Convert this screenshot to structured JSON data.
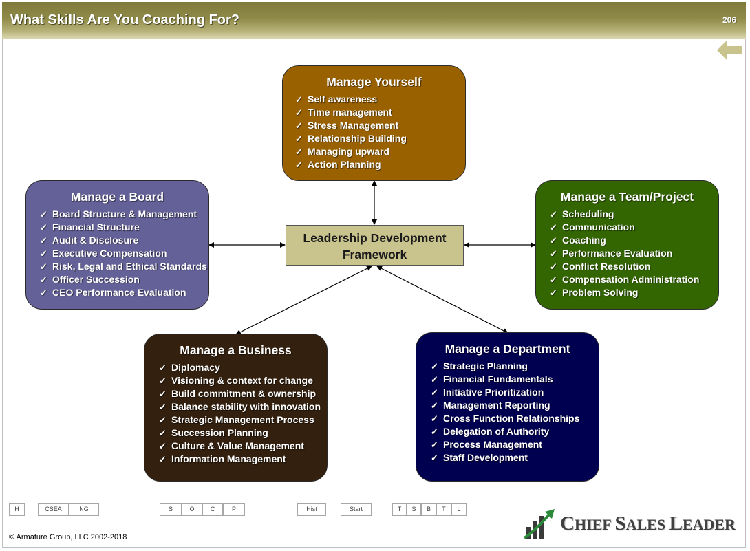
{
  "header": {
    "title": "What Skills Are You Coaching For?",
    "page_number": "206"
  },
  "colors": {
    "header_olive": "#8f8a48",
    "manage_yourself": "#996100",
    "manage_board": "#646198",
    "manage_team": "#336600",
    "manage_business": "#33200e",
    "manage_department": "#000050",
    "center": "#c9c38e"
  },
  "center": {
    "line1": "Leadership Development",
    "line2": "Framework"
  },
  "check_glyph": "✓",
  "boxes": {
    "yourself": {
      "title": "Manage Yourself",
      "items": [
        "Self awareness",
        "Time management",
        "Stress Management",
        "Relationship Building",
        "Managing upward",
        "Action Planning"
      ]
    },
    "board": {
      "title": "Manage a Board",
      "items": [
        "Board Structure & Management",
        "Financial Structure",
        "Audit & Disclosure",
        "Executive Compensation",
        "Risk, Legal and Ethical Standards",
        "Officer Succession",
        "CEO Performance Evaluation"
      ]
    },
    "team": {
      "title": "Manage a Team/Project",
      "items": [
        "Scheduling",
        "Communication",
        "Coaching",
        "Performance Evaluation",
        "Conflict Resolution",
        "Compensation Administration",
        "Problem Solving"
      ]
    },
    "business": {
      "title": "Manage a Business",
      "items": [
        "Diplomacy",
        "Visioning & context for change",
        "Build commitment & ownership",
        "Balance stability with innovation",
        "Strategic Management Process",
        "Succession Planning",
        "Culture & Value Management",
        "Information Management"
      ]
    },
    "department": {
      "title": "Manage a Department",
      "items": [
        "Strategic Planning",
        "Financial Fundamentals",
        "Initiative Prioritization",
        "Management Reporting",
        "Cross Function Relationships",
        "Delegation of Authority",
        "Process Management",
        "Staff Development"
      ]
    }
  },
  "nav": {
    "h": "H",
    "csea": "CSEA",
    "ng": "NG",
    "s": "S",
    "o": "O",
    "c": "C",
    "p": "P",
    "hist": "Hist",
    "start": "Start",
    "t1": "T",
    "s2": "S",
    "b": "B",
    "t2": "T",
    "l": "L"
  },
  "footer": {
    "copyright": "© Armature Group, LLC  2002-2018"
  },
  "logo": {
    "c1": "C",
    "w1": "HIEF ",
    "c2": "S",
    "w2": "ALES ",
    "c3": "L",
    "w3": "EADER"
  },
  "icons": {
    "back": "back-arrow-icon",
    "logo": "rising-bars-arrow-icon",
    "check": "check-icon"
  }
}
